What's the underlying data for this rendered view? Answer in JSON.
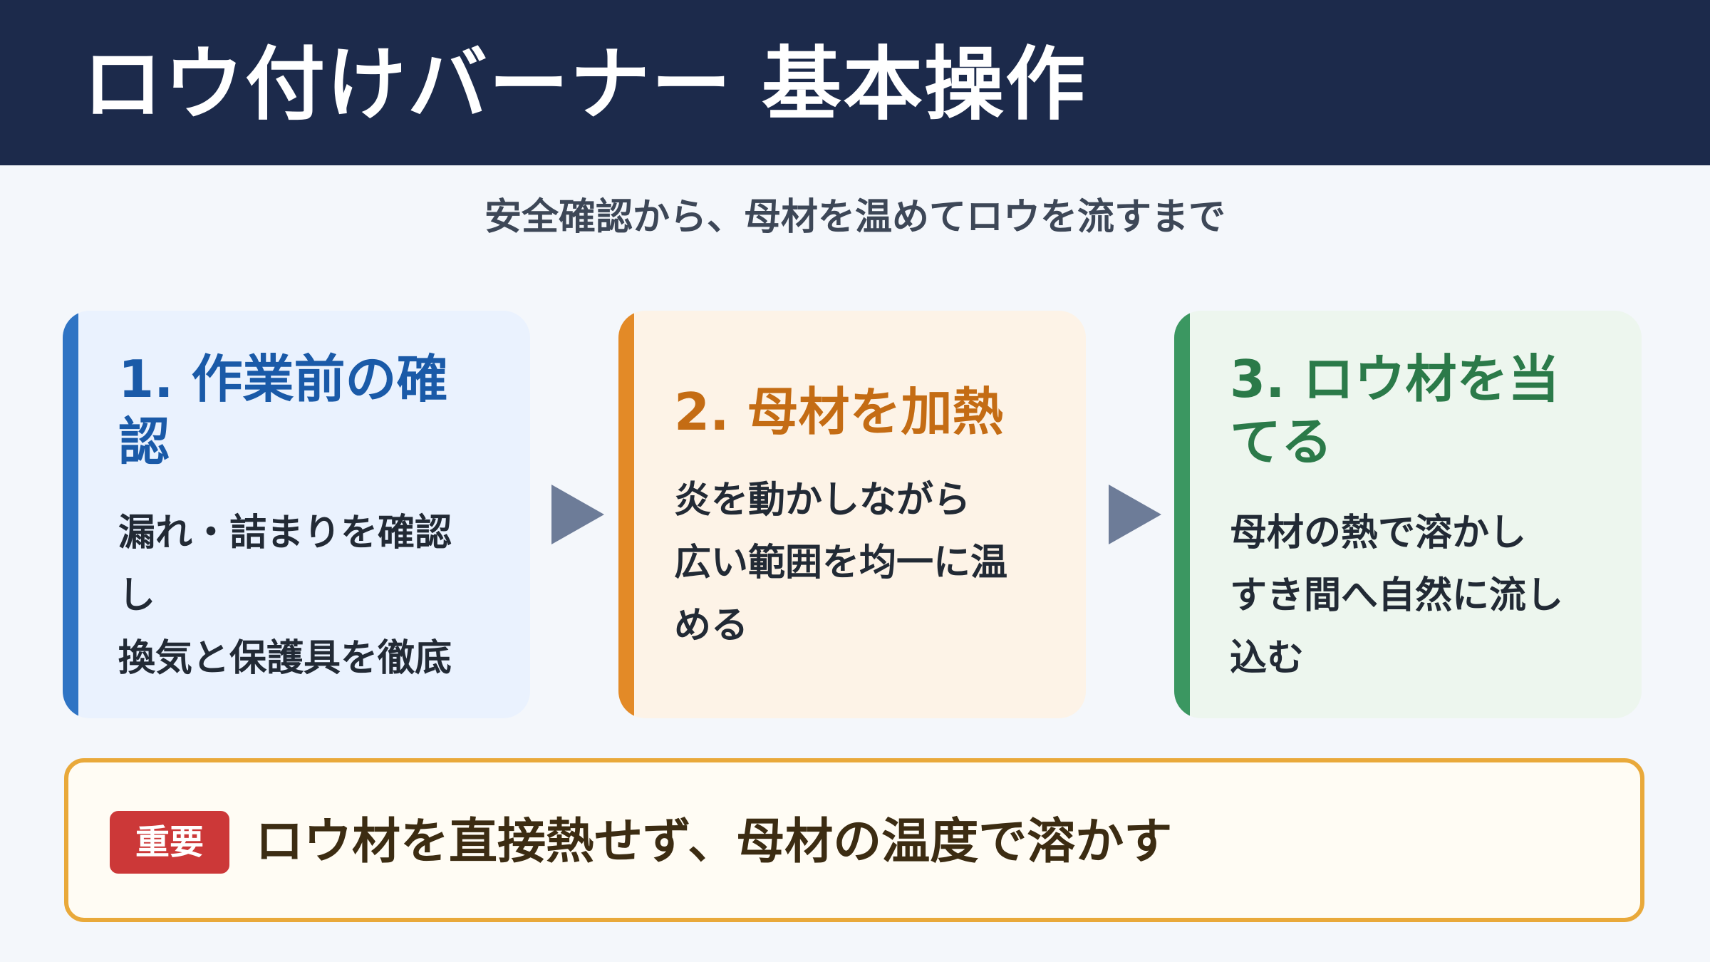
{
  "header": {
    "title": "ロウ付けバーナー 基本操作"
  },
  "subtitle": "安全確認から、母材を温めてロウを流すまで",
  "steps": [
    {
      "title_lines": [
        "1. 作業前の確",
        "認"
      ],
      "body_lines": [
        "漏れ・詰まりを確認",
        "し",
        "換気と保護具を徹底"
      ]
    },
    {
      "title_lines": [
        "2. 母材を加熱"
      ],
      "body_lines": [
        "炎を動かしながら",
        "広い範囲を均一に温",
        "める"
      ]
    },
    {
      "title_lines": [
        "3. ロウ材を当",
        "てる"
      ],
      "body_lines": [
        "母材の熱で溶かし",
        "すき間へ自然に流し",
        "込む"
      ]
    }
  ],
  "note": {
    "badge": "重要",
    "text": "ロウ材を直接熱せず、母材の温度で溶かす"
  },
  "icons": {
    "step_arrow": "right-triangle-arrow-icon"
  },
  "colors": {
    "header_bg": "#1c2a4b",
    "step1_accent": "#2f74c4",
    "step2_accent": "#e38a27",
    "step3_accent": "#3b9761",
    "note_border": "#e9a93a",
    "badge_bg": "#cc3838"
  }
}
